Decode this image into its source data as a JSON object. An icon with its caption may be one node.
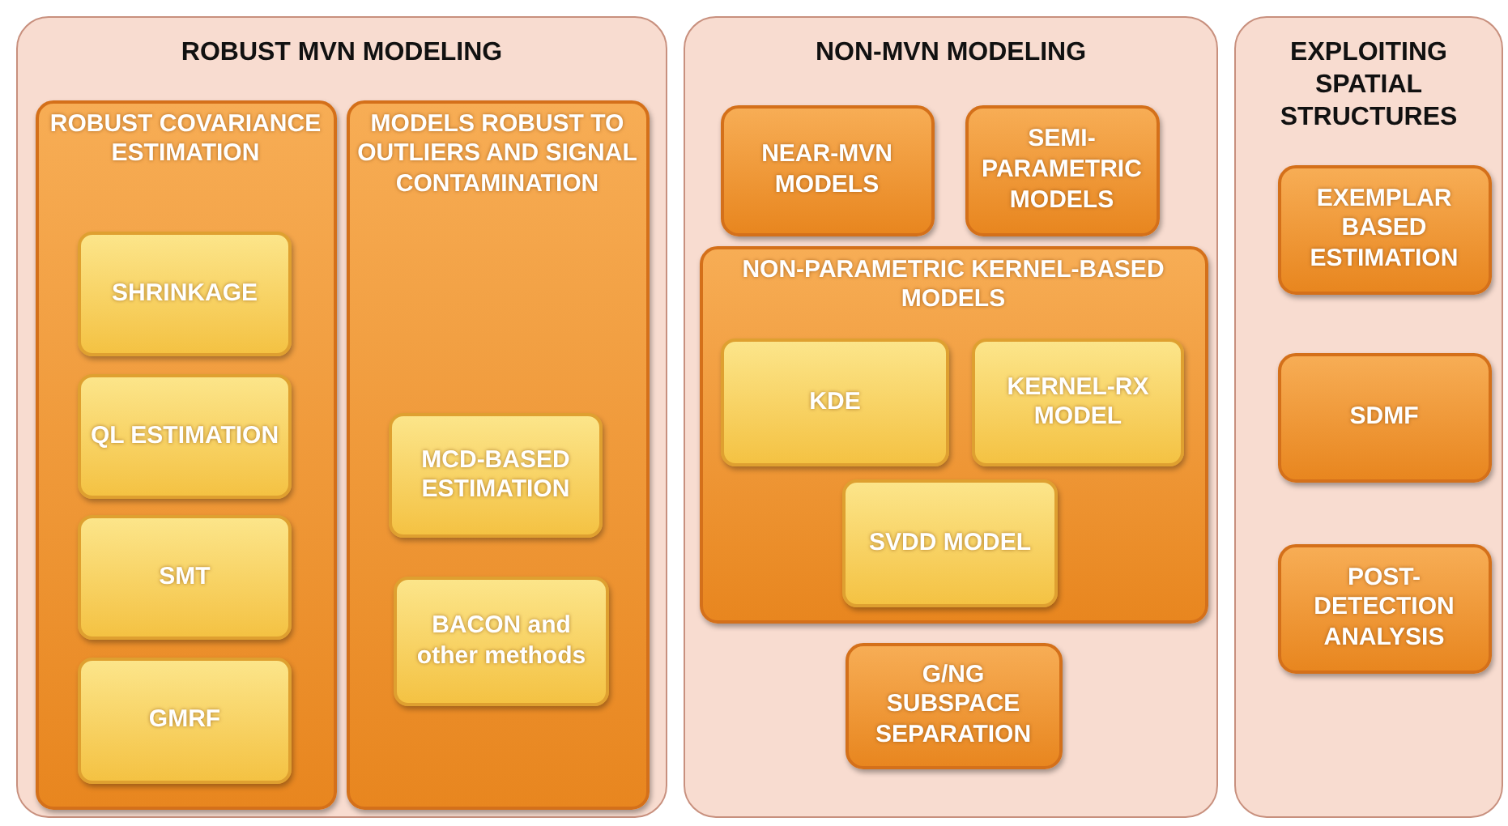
{
  "diagram": {
    "nodes": [
      {
        "text": [
          "ROBUST MVN MODELING"
        ]
      },
      {
        "text": [
          "ROBUST COVARIANCE ESTIMATION"
        ],
        "in": 0
      },
      {
        "text": [
          "SHRINKAGE"
        ],
        "in": 1
      },
      {
        "text": [
          "QL ESTIMATION"
        ],
        "in": 1
      },
      {
        "text": [
          "SMT"
        ],
        "in": 1
      },
      {
        "text": [
          "GMRF"
        ],
        "in": 1
      },
      {
        "text": [
          "MODELS ROBUST TO OUTLIERS AND SIGNAL CONTAMINATION"
        ],
        "in": 0
      },
      {
        "text": [
          "MCD-BASED ESTIMATION"
        ],
        "in": 6
      },
      {
        "text": [
          "BACON and other methods"
        ],
        "in": 6
      },
      {
        "text": [
          "NON-MVN MODELING"
        ]
      },
      {
        "text": [
          "NEAR-MVN MODELS"
        ],
        "in": 9
      },
      {
        "text": [
          "SEMI-PARAMETRIC MODELS"
        ],
        "in": 9
      },
      {
        "text": [
          "NON-PARAMETRIC KERNEL-BASED MODELS"
        ],
        "in": 9
      },
      {
        "text": [
          "KDE"
        ],
        "in": 12
      },
      {
        "text": [
          "KERNEL-RX MODEL"
        ],
        "in": 12
      },
      {
        "text": [
          "SVDD MODEL"
        ],
        "in": 12
      },
      {
        "text": [
          "G/NG SUBSPACE SEPARATION"
        ],
        "in": 9
      },
      {
        "text": [
          "EXPLOITING SPATIAL STRUCTURES"
        ]
      },
      {
        "text": [
          "EXEMPLAR BASED ESTIMATION"
        ],
        "in": 17
      },
      {
        "text": [
          "SDMF"
        ],
        "in": 17
      },
      {
        "text": [
          "POST-DETECTION ANALYSIS"
        ],
        "in": 17
      }
    ]
  }
}
